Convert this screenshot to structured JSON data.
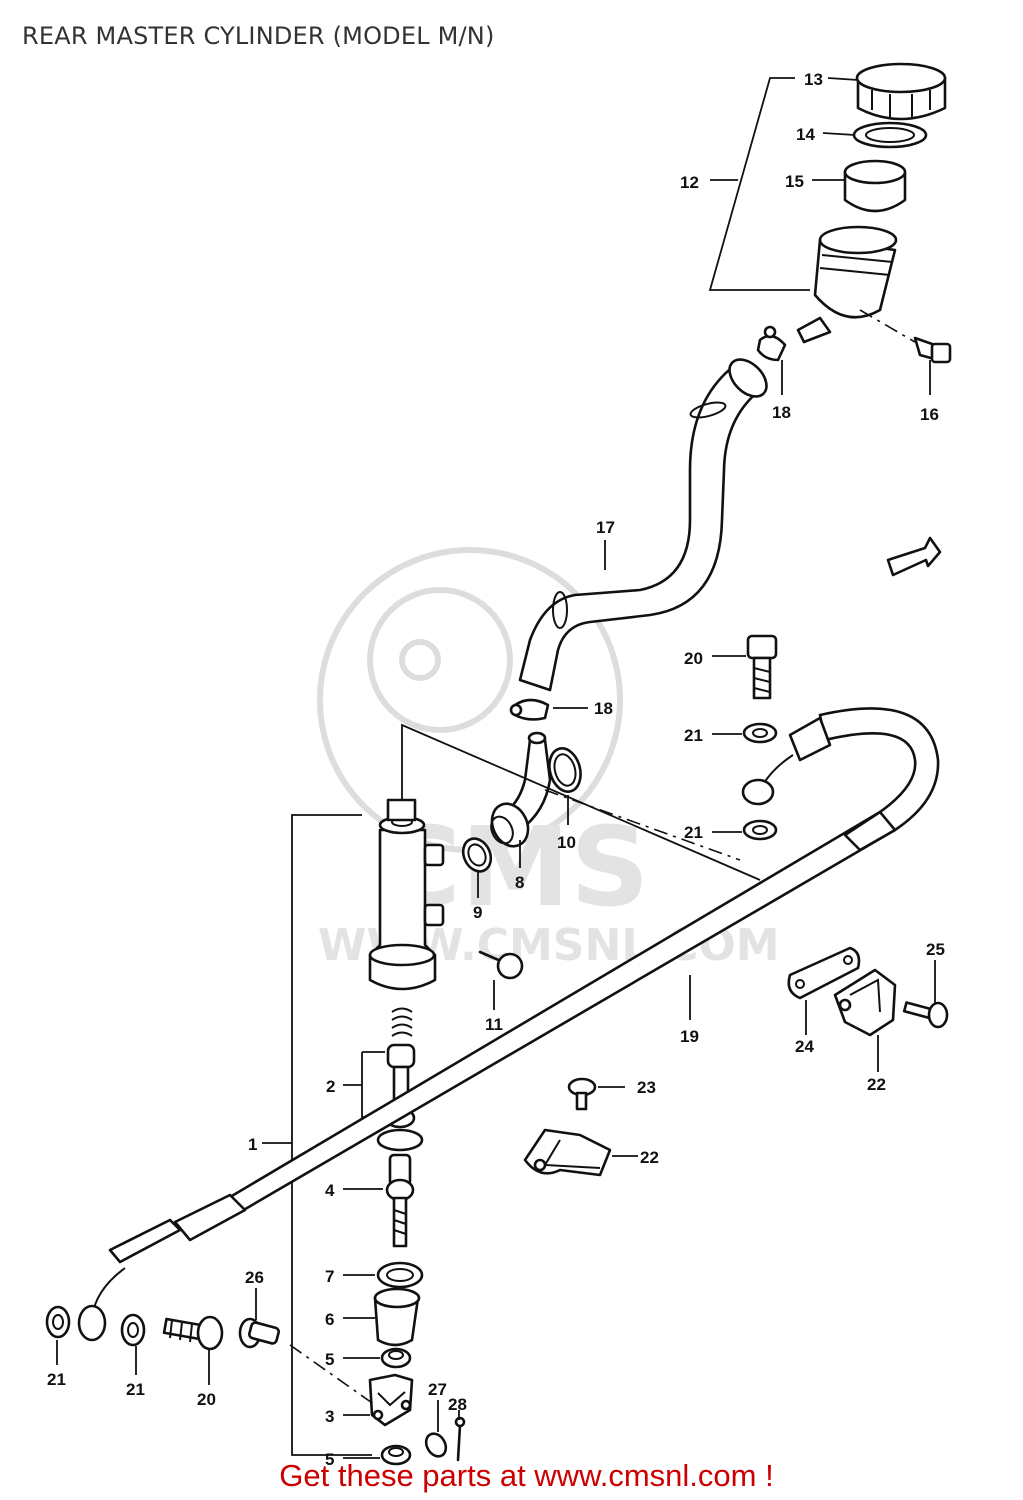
{
  "title": "REAR MASTER CYLINDER (MODEL M/N)",
  "footer": {
    "text": "Get these parts at www.cmsnl.com !"
  },
  "watermark": {
    "brand": "CMS",
    "url": "WWW.CMSNL.COM"
  },
  "part_labels": {
    "p1": "1",
    "p2": "2",
    "p3": "3",
    "p4": "4",
    "p5a": "5",
    "p5b": "5",
    "p6": "6",
    "p7": "7",
    "p8": "8",
    "p9": "9",
    "p10": "10",
    "p11": "11",
    "p12": "12",
    "p13": "13",
    "p14": "14",
    "p15": "15",
    "p16": "16",
    "p17": "17",
    "p18a": "18",
    "p18b": "18",
    "p19": "19",
    "p20a": "20",
    "p20b": "20",
    "p21a": "21",
    "p21b": "21",
    "p21c": "21",
    "p21d": "21",
    "p22a": "22",
    "p22b": "22",
    "p23": "23",
    "p24": "24",
    "p25": "25",
    "p26": "26",
    "p27": "27",
    "p28": "28"
  },
  "icons": {
    "front_arrow": "front-direction-arrow-icon"
  }
}
